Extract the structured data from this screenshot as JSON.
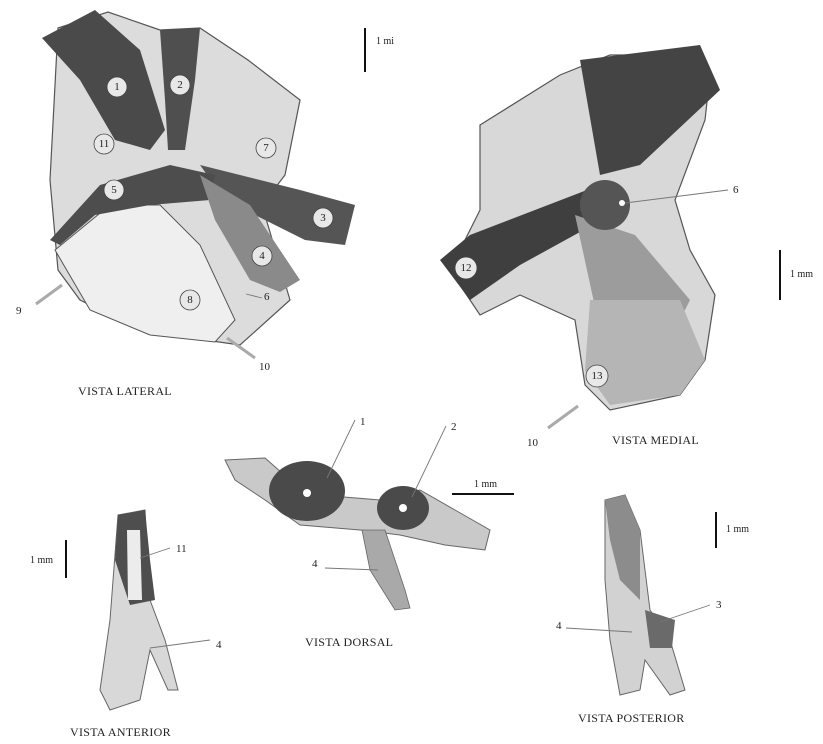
{
  "views": {
    "lateral": "VISTA LATERAL",
    "medial": "VISTA MEDIAL",
    "dorsal": "VISTA DORSAL",
    "anterior": "VISTA ANTERIOR",
    "posterior": "VISTA POSTERIOR"
  },
  "scale_bars": {
    "lateral": "1 mi",
    "medial": "1 mm",
    "dorsal": "1 mm",
    "anterior": "1 mm",
    "posterior": "1 mm"
  },
  "lateral_badges": [
    "1",
    "2",
    "11",
    "7",
    "5",
    "3",
    "4",
    "8"
  ],
  "lateral_labels": [
    "6",
    "9",
    "10"
  ],
  "medial_badges": [
    "12",
    "13"
  ],
  "medial_labels": [
    "6",
    "10"
  ],
  "dorsal_labels": [
    "1",
    "2",
    "4"
  ],
  "anterior_labels": [
    "11",
    "4"
  ],
  "posterior_labels": [
    "4",
    "3"
  ]
}
